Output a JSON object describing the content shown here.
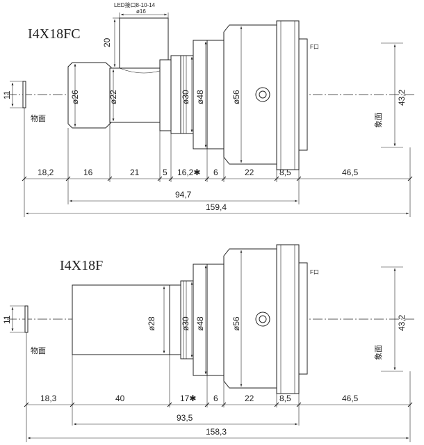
{
  "top": {
    "title": "I4X18FC",
    "led_note": "LED接口8-10-14",
    "led_diameter": "ø16",
    "led_height": "20",
    "object_height": "11",
    "object_label": "物面",
    "image_height": "43,2",
    "image_label": "象面",
    "mount_label": "F口",
    "diameters": [
      "ø26",
      "ø22",
      "ø30",
      "ø48",
      "ø56"
    ],
    "segments": [
      "18,2",
      "16",
      "21",
      "5",
      "16,2✱",
      "6",
      "22",
      "8,5",
      "46,5"
    ],
    "total_body": "94,7",
    "total_length": "159,4"
  },
  "bottom": {
    "title": "I4X18F",
    "object_height": "11",
    "object_label": "物面",
    "image_height": "43,2",
    "image_label": "象面",
    "mount_label": "F口",
    "diameters": [
      "ø28",
      "ø30",
      "ø48",
      "ø56"
    ],
    "segments": [
      "18,3",
      "40",
      "17✱",
      "6",
      "22",
      "8,5",
      "46,5"
    ],
    "total_body": "93,5",
    "total_length": "158,3"
  }
}
